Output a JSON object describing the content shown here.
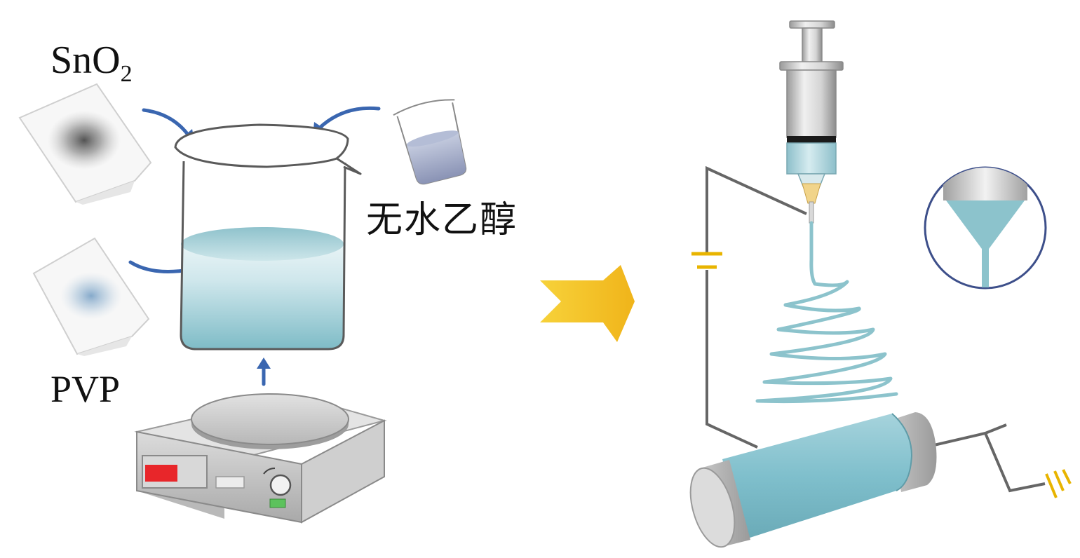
{
  "labels": {
    "sno2_main": "SnO",
    "sno2_sub": "2",
    "pvp": "PVP",
    "ethanol": "无水乙醇"
  },
  "colors": {
    "arrow_blue": "#3a66b0",
    "big_arrow": "#f4c025",
    "solution": "#8cc3cc",
    "solution_dark": "#6aaab5",
    "wire": "#666666",
    "battery": "#e8b400",
    "display_red": "#e8262a",
    "button_green": "#5cc25c",
    "collector": "#8cc6d2",
    "collector_cap": "#b8b8b8"
  },
  "icons": {
    "sno2_powder": "powder-paper-icon",
    "pvp_powder": "powder-paper-icon",
    "ethanol_beaker": "small-beaker-icon",
    "mix_beaker": "beaker-icon",
    "hotplate": "magnetic-stirrer-icon",
    "syringe": "syringe-icon",
    "battery": "battery-icon",
    "taylor_cone": "taylor-cone-inset-icon",
    "collector": "rotating-drum-collector-icon",
    "ground": "ground-icon"
  }
}
